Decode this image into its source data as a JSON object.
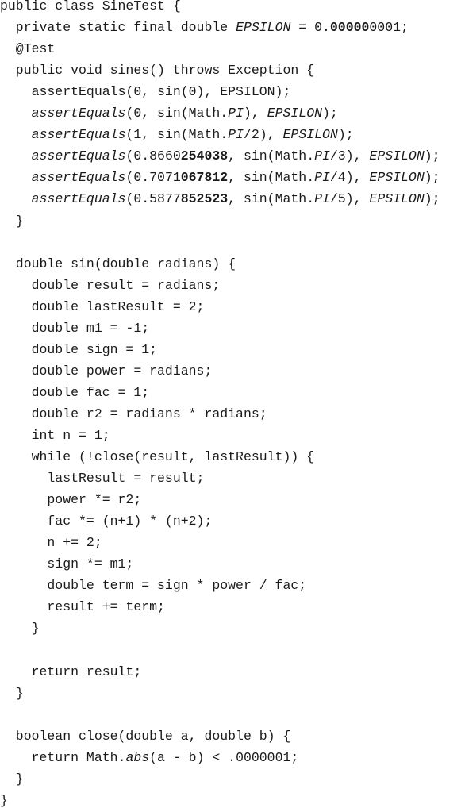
{
  "document": {
    "language": "Java",
    "lines": [
      [
        {
          "t": "public class SineTest {"
        }
      ],
      [
        {
          "t": "  private static final double "
        },
        {
          "t": "EPSILON",
          "s": "italic"
        },
        {
          "t": " = 0."
        },
        {
          "t": "00000",
          "s": "bold"
        },
        {
          "t": "0001;"
        }
      ],
      [
        {
          "t": "  @Test"
        }
      ],
      [
        {
          "t": "  public void sines() throws Exception {"
        }
      ],
      [
        {
          "t": "    assertEquals(0, sin(0), EPSILON);"
        }
      ],
      [
        {
          "t": "    "
        },
        {
          "t": "assertEquals",
          "s": "italic"
        },
        {
          "t": "(0, sin(Math."
        },
        {
          "t": "PI",
          "s": "italic"
        },
        {
          "t": "), "
        },
        {
          "t": "EPSILON",
          "s": "italic"
        },
        {
          "t": ");"
        }
      ],
      [
        {
          "t": "    "
        },
        {
          "t": "assertEquals",
          "s": "italic"
        },
        {
          "t": "(1, sin(Math."
        },
        {
          "t": "PI",
          "s": "italic"
        },
        {
          "t": "/2), "
        },
        {
          "t": "EPSILON",
          "s": "italic"
        },
        {
          "t": ");"
        }
      ],
      [
        {
          "t": "    "
        },
        {
          "t": "assertEquals",
          "s": "italic"
        },
        {
          "t": "(0.8660"
        },
        {
          "t": "254038",
          "s": "bold"
        },
        {
          "t": ", sin(Math."
        },
        {
          "t": "PI",
          "s": "italic"
        },
        {
          "t": "/3), "
        },
        {
          "t": "EPSILON",
          "s": "italic"
        },
        {
          "t": ");"
        }
      ],
      [
        {
          "t": "    "
        },
        {
          "t": "assertEquals",
          "s": "italic"
        },
        {
          "t": "(0.7071"
        },
        {
          "t": "067812",
          "s": "bold"
        },
        {
          "t": ", sin(Math."
        },
        {
          "t": "PI",
          "s": "italic"
        },
        {
          "t": "/4), "
        },
        {
          "t": "EPSILON",
          "s": "italic"
        },
        {
          "t": ");"
        }
      ],
      [
        {
          "t": "    "
        },
        {
          "t": "assertEquals",
          "s": "italic"
        },
        {
          "t": "(0.5877"
        },
        {
          "t": "852523",
          "s": "bold"
        },
        {
          "t": ", sin(Math."
        },
        {
          "t": "PI",
          "s": "italic"
        },
        {
          "t": "/5), "
        },
        {
          "t": "EPSILON",
          "s": "italic"
        },
        {
          "t": ");"
        }
      ],
      [
        {
          "t": "  }"
        }
      ],
      [],
      [
        {
          "t": "  double sin(double radians) {"
        }
      ],
      [
        {
          "t": "    double result = radians;"
        }
      ],
      [
        {
          "t": "    double lastResult = 2;"
        }
      ],
      [
        {
          "t": "    double m1 = -1;"
        }
      ],
      [
        {
          "t": "    double sign = 1;"
        }
      ],
      [
        {
          "t": "    double power = radians;"
        }
      ],
      [
        {
          "t": "    double fac = 1;"
        }
      ],
      [
        {
          "t": "    double r2 = radians * radians;"
        }
      ],
      [
        {
          "t": "    int n = 1;"
        }
      ],
      [
        {
          "t": "    while (!close(result, lastResult)) {"
        }
      ],
      [
        {
          "t": "      lastResult = result;"
        }
      ],
      [
        {
          "t": "      power *= r2;"
        }
      ],
      [
        {
          "t": "      fac *= (n+1) * (n+2);"
        }
      ],
      [
        {
          "t": "      n += 2;"
        }
      ],
      [
        {
          "t": "      sign *= m1;"
        }
      ],
      [
        {
          "t": "      double term = sign * power / fac;"
        }
      ],
      [
        {
          "t": "      result += term;"
        }
      ],
      [
        {
          "t": "    }"
        }
      ],
      [],
      [
        {
          "t": "    return result;"
        }
      ],
      [
        {
          "t": "  }"
        }
      ],
      [],
      [
        {
          "t": "  boolean close(double a, double b) {"
        }
      ],
      [
        {
          "t": "    return Math."
        },
        {
          "t": "abs",
          "s": "italic"
        },
        {
          "t": "(a - b) < .0000001;"
        }
      ],
      [
        {
          "t": "  }"
        }
      ],
      [
        {
          "t": "}"
        }
      ]
    ]
  }
}
